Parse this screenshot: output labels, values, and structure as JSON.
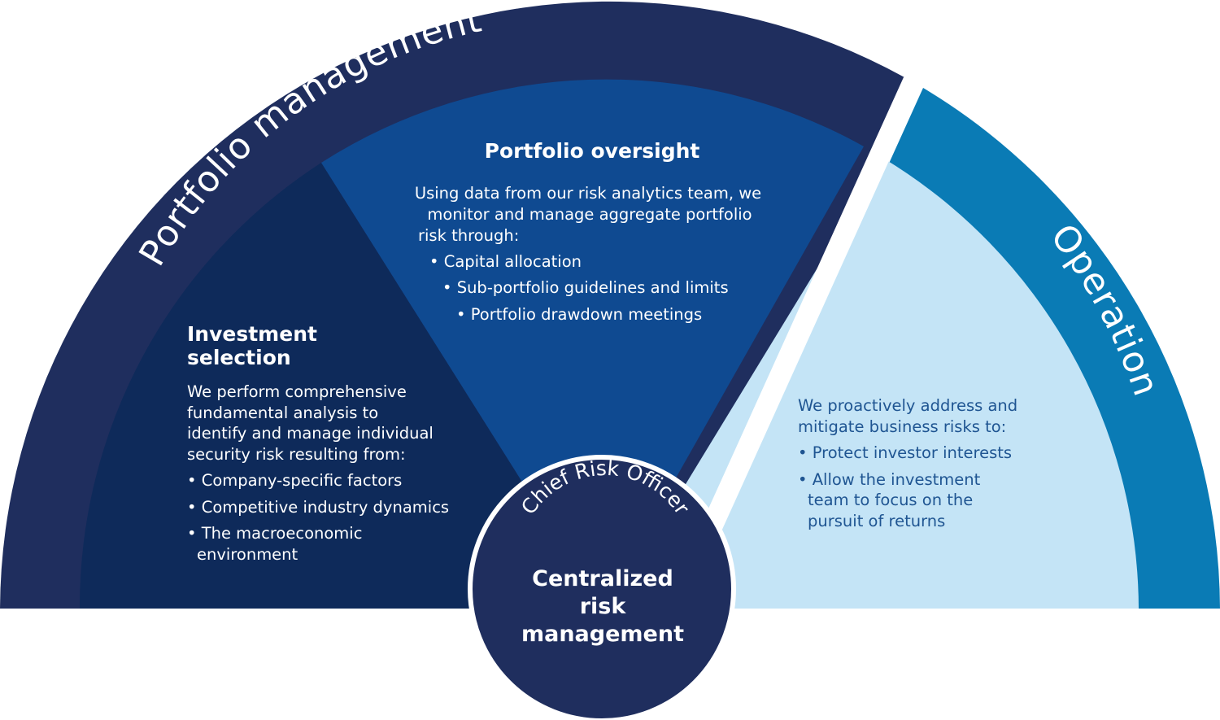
{
  "colors": {
    "portfolio_ring": "#1f2e5e",
    "investment_wedge": "#0e2a5a",
    "oversight_wedge": "#0f4a91",
    "operations_ring": "#0a7bb5",
    "operations_wedge": "#c4e4f6",
    "center_circle": "#1f2e5e",
    "operations_text": "#1f5592"
  },
  "ring_labels": {
    "portfolio_management": "Portfolio management",
    "operations": "Operations"
  },
  "center": {
    "arc_label": "Chief Risk Officer",
    "title_lines": [
      "Centralized",
      "risk",
      "management"
    ]
  },
  "investment_selection": {
    "heading_lines": [
      "Investment",
      "selection"
    ],
    "body_lines": [
      "We perform comprehensive",
      "fundamental analysis to",
      "identify and manage individual",
      "security risk resulting from:"
    ],
    "bullets": [
      "• Company-specific factors",
      "• Competitive industry dynamics",
      "• The macroeconomic",
      "environment"
    ]
  },
  "portfolio_oversight": {
    "heading": "Portfolio oversight",
    "body_lines": [
      "Using data from our risk analytics team, we",
      "monitor and manage aggregate portfolio",
      "risk through:"
    ],
    "bullets": [
      "• Capital allocation",
      "• Sub-portfolio guidelines and limits",
      "• Portfolio drawdown meetings"
    ]
  },
  "operations_section": {
    "body_lines": [
      "We proactively address and",
      "mitigate business risks to:"
    ],
    "bullets": [
      "• Protect investor interests",
      "• Allow the investment",
      "team to focus on the",
      "pursuit of returns"
    ]
  }
}
